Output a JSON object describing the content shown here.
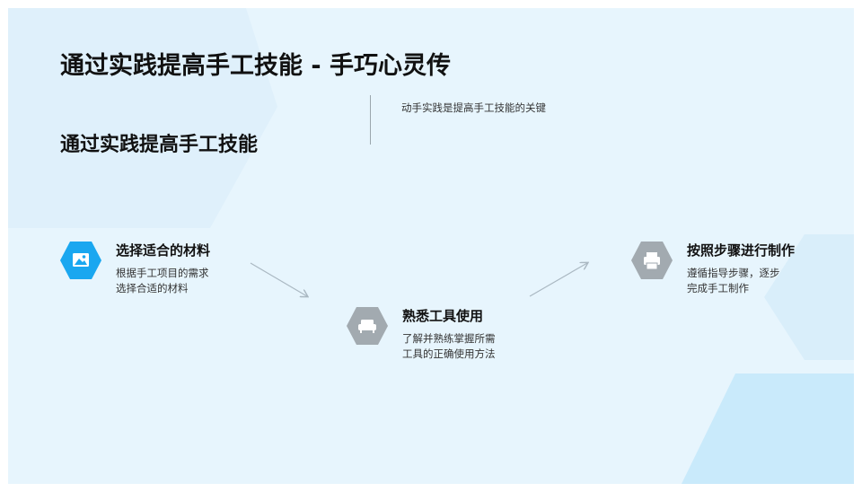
{
  "slide": {
    "title": "通过实践提高手工技能 - 手巧心灵传",
    "subtitle": "通过实践提高手工技能",
    "note": "动手实践是提高手工技能的关键"
  },
  "steps": [
    {
      "title": "选择适合的材料",
      "desc_line1": "根据手工项目的需求",
      "desc_line2": "选择合适的材料",
      "icon": "image-icon",
      "color": "#1aa7f0"
    },
    {
      "title": "熟悉工具使用",
      "desc_line1": "了解并熟练掌握所需",
      "desc_line2": "工具的正确使用方法",
      "icon": "sofa-icon",
      "color": "#a2aab0"
    },
    {
      "title": "按照步骤进行制作",
      "desc_line1": "遵循指导步骤，逐步",
      "desc_line2": "完成手工制作",
      "icon": "printer-icon",
      "color": "#a2aab0"
    }
  ],
  "colors": {
    "background": "#e7f5fd",
    "accent": "#1aa7f0",
    "neutral": "#a2aab0"
  }
}
